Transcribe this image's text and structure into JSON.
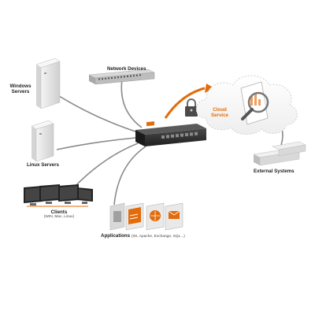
{
  "nodes": {
    "windows_servers": {
      "label": "Windows Servers"
    },
    "network_devices": {
      "label": "Network Devices"
    },
    "linux_servers": {
      "label": "Linux Servers"
    },
    "clients": {
      "label": "Clients",
      "sublabel": "(WIN, Mac, Linux)"
    },
    "applications": {
      "label": "Applications",
      "sublabel": "(IIS, Apache, Exchange, SQL...)"
    },
    "cloud_service": {
      "label": "Cloud Service"
    },
    "external_systems": {
      "label": "External Systems"
    }
  },
  "colors": {
    "accent": "#e36b0a",
    "line": "#8a8a8a",
    "device_dark": "#2e2e2e",
    "server_light": "#e6e6e6"
  }
}
